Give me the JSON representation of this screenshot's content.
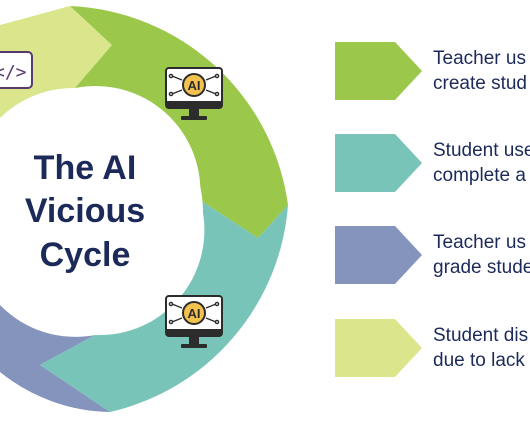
{
  "colors": {
    "green": "#9bc84a",
    "light_green": "#dbe68c",
    "teal": "#78c4b8",
    "slate": "#8494bd",
    "navy_text": "#1c2a5a"
  },
  "center": {
    "title_lines": [
      "The AI",
      "Vicious",
      "Cycle"
    ]
  },
  "icons": {
    "code_glyph": "</>",
    "ai_label": "AI"
  },
  "legend": [
    {
      "text_lines": [
        "Teacher us",
        "create stud"
      ],
      "color": "#9bc84a"
    },
    {
      "text_lines": [
        "Student use",
        "complete a"
      ],
      "color": "#78c4b8"
    },
    {
      "text_lines": [
        "Teacher us",
        "grade stude"
      ],
      "color": "#8494bd"
    },
    {
      "text_lines": [
        "Student dis",
        "due to lack"
      ],
      "color": "#dbe68c"
    }
  ]
}
